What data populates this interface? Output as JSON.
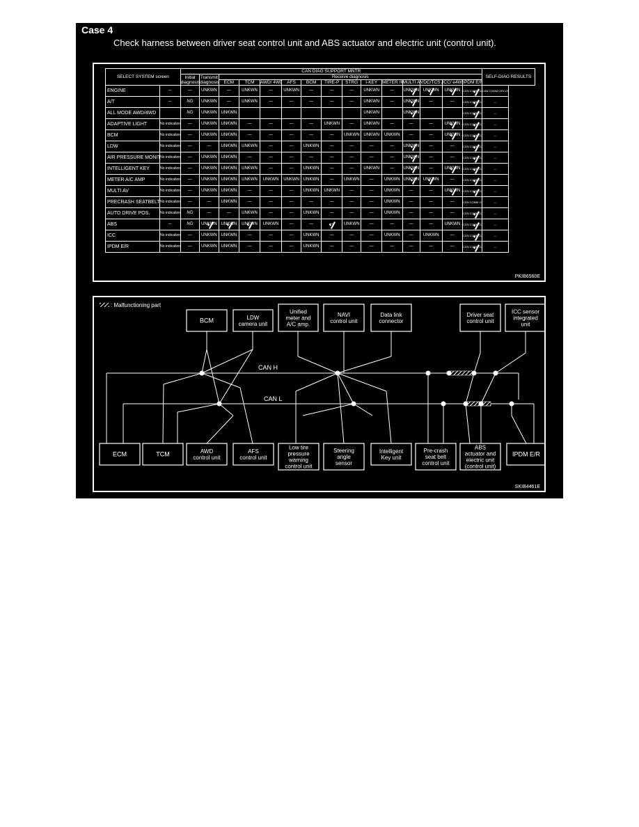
{
  "case_title": "Case 4",
  "description": "Check harness between driver seat control unit and ABS actuator and electric unit (control unit).",
  "table": {
    "code": "PKIB6560E",
    "header": {
      "select_system": "SELECT SYSTEM screen",
      "can_diag": "CAN DIAG SUPPORT MNTR",
      "receive_diag": "Receive diagnosis",
      "self_diag": "SELF-DIAG RESULTS",
      "initial_diag": [
        "Initial",
        "diagnosis"
      ],
      "transmit_diag": [
        "Transmit",
        "diagnosis"
      ],
      "receive_cols": [
        "ECM",
        "TCM",
        "AWD/ 4WD",
        "AFS",
        "BCM",
        "TIRE-P",
        "STRG",
        "I-KEY",
        "METER /M&A",
        "MULTI AV",
        "VDC/TCS /ABS",
        "ICC/ e4WD",
        "IPDM E/R"
      ]
    },
    "rows": [
      {
        "name": "ENGINE",
        "init": "—",
        "trans": "—",
        "cells": [
          "UNKWN",
          "—",
          "UNKWN",
          "—",
          "UNKWN",
          "—",
          "—",
          "—",
          "UNKWN",
          "—",
          "UNKWN",
          "UNKWN",
          "UNKWN"
        ],
        "checks": [
          10,
          11,
          12
        ],
        "res1": "CAN COMM CIRCUIT [U1000]",
        "res2": "CAN COMM CIRCUIT [U1001]",
        "res1chk": true
      },
      {
        "name": "A/T",
        "init": "—",
        "trans": "NG",
        "cells": [
          "UNKWN",
          "—",
          "UNKWN",
          "—",
          "—",
          "—",
          "—",
          "—",
          "UNKWN",
          "—",
          "UNKWN",
          "—",
          "—"
        ],
        "checks": [
          10
        ],
        "res1": "CAN COMM CIRCUIT [U1000]",
        "res2": "—",
        "res1chk": true
      },
      {
        "name": "ALL MODE AWD/4WD",
        "init": "",
        "trans": "NG",
        "cells": [
          "UNKWN",
          "UNKWN",
          "",
          "",
          "",
          "",
          "",
          "",
          "UNKWN",
          "",
          "UNKWN",
          "",
          ""
        ],
        "checks": [
          10
        ],
        "res1": "CAN COMM CIRCUIT [U1000]",
        "res2": "—",
        "res1chk": true
      },
      {
        "name": "ADAPTIVE LIGHT",
        "init": "No indication",
        "trans": "—",
        "cells": [
          "UNKWN",
          "UNKWN",
          "—",
          "—",
          "—",
          "—",
          "UNKWN",
          "—",
          "UNKWN",
          "—",
          "—",
          "—",
          "UNKWN"
        ],
        "checks": [
          12
        ],
        "res1": "CAN COMM CIRCUIT [U1000]",
        "res2": "—",
        "res1chk": true
      },
      {
        "name": "BCM",
        "init": "No indication",
        "trans": "—",
        "cells": [
          "UNKWN",
          "UNKWN",
          "—",
          "—",
          "—",
          "—",
          "—",
          "UNKWN",
          "UNKWN",
          "UNKWN",
          "—",
          "—",
          "UNKWN"
        ],
        "checks": [
          12
        ],
        "res1": "CAN COMM CIRCUIT [U1000]",
        "res2": "—",
        "res1chk": true
      },
      {
        "name": "LDW",
        "init": "No indication",
        "trans": "—",
        "cells": [
          "—",
          "UNKWN",
          "UNKWN",
          "—",
          "—",
          "UNKWN",
          "—",
          "—",
          "—",
          "—",
          "UNKWN",
          "—",
          "—"
        ],
        "checks": [
          10
        ],
        "res1": "CAN COMM CIRCUIT [U1000]",
        "res2": "—",
        "res1chk": true
      },
      {
        "name": "AIR PRESSURE MONITOR",
        "init": "No indication",
        "trans": "—",
        "cells": [
          "UNKWN",
          "UNKWN",
          "—",
          "—",
          "—",
          "—",
          "—",
          "—",
          "—",
          "—",
          "UNKWN",
          "—",
          "—"
        ],
        "checks": [
          10
        ],
        "res1": "CAN COMM CIRCUIT [U1000]",
        "res2": "—",
        "res1chk": true
      },
      {
        "name": "INTELLIGENT KEY",
        "init": "No indication",
        "trans": "—",
        "cells": [
          "UNKWN",
          "UNKWN",
          "UNKWN",
          "—",
          "—",
          "UNKWN",
          "—",
          "—",
          "UNKWN",
          "—",
          "UNKWN",
          "—",
          "UNKWN"
        ],
        "checks": [
          10,
          12
        ],
        "res1": "CAN COMM CIRCUIT [U1000]",
        "res2": "—",
        "res1chk": true
      },
      {
        "name": "METER A/C AMP",
        "init": "No indication",
        "trans": "—",
        "cells": [
          "UNKWN",
          "UNKWN",
          "UNKWN",
          "UNKWN",
          "UNKWN",
          "UNKWN",
          "—",
          "UNKWN",
          "—",
          "UNKWN",
          "UNKWN",
          "UNKWN",
          "—"
        ],
        "checks": [
          10,
          11
        ],
        "res1": "CAN COMM CIRCUIT [U1000]",
        "res2": "—",
        "res1chk": true
      },
      {
        "name": "MULTI AV",
        "init": "No indication",
        "trans": "—",
        "cells": [
          "UNKWN",
          "UNKWN",
          "—",
          "—",
          "—",
          "UNKWN",
          "UNKWN",
          "—",
          "—",
          "UNKWN",
          "—",
          "—",
          "UNKWN"
        ],
        "checks": [
          12
        ],
        "res1": "CAN COMM CIRCUIT [U1000]",
        "res2": "—",
        "res1chk": true
      },
      {
        "name": "PRECRASH SEATBELT",
        "init": "No indication",
        "trans": "—",
        "cells": [
          "—",
          "UNKWN",
          "—",
          "—",
          "—",
          "—",
          "—",
          "—",
          "—",
          "UNKWN",
          "—",
          "—",
          "—"
        ],
        "checks": [],
        "res1": "CAN COMM CIRCUIT [U1000]",
        "res2": "—",
        "res1chk": false
      },
      {
        "name": "AUTO DRIVE POS.",
        "init": "No indication",
        "trans": "NG",
        "cells": [
          "—",
          "—",
          "UNKWN",
          "—",
          "—",
          "UNKWN",
          "—",
          "—",
          "—",
          "UNKWN",
          "—",
          "—",
          "—"
        ],
        "checks": [],
        "res1": "CAN COMM CIRCUIT [U1000]",
        "res2": "—",
        "res1chk": true
      },
      {
        "name": "ABS",
        "init": "—",
        "trans": "NG",
        "cells": [
          "UNKWN",
          "UNKWN",
          "UNKWN",
          "UNKWN",
          "—",
          "—",
          "—",
          "UNKWN",
          "—",
          "—",
          "—",
          "—",
          "UNKWN"
        ],
        "checks": [
          0,
          1,
          2,
          6
        ],
        "res1": "CAN COMM CIRCUIT [U1000]",
        "res2": "—",
        "res1chk": true
      },
      {
        "name": "ICC",
        "init": "No indication",
        "trans": "—",
        "cells": [
          "UNKWN",
          "UNKWN",
          "—",
          "—",
          "—",
          "UNKWN",
          "—",
          "—",
          "—",
          "UNKWN",
          "—",
          "UNKWN",
          "—"
        ],
        "checks": [],
        "res1": "CAN COMM CIRCUIT [U1000]",
        "res2": "—",
        "res1chk": true,
        "initchk": true
      },
      {
        "name": "IPDM E/R",
        "init": "No indication",
        "trans": "—",
        "cells": [
          "UNKWN",
          "UNKWN",
          "—",
          "—",
          "—",
          "UNKWN",
          "—",
          "—",
          "—",
          "—",
          "—",
          "—",
          "—"
        ],
        "checks": [],
        "res1": "CAN COMM CIRCUIT [U1000]",
        "res2": "—",
        "res1chk": true,
        "initchk": true
      }
    ]
  },
  "diagram": {
    "code": "SKIB4461E",
    "legend": ": Malfunctioning part",
    "can_h": "CAN H",
    "can_l": "CAN L",
    "top_units": [
      [
        "BCM"
      ],
      [
        "LDW",
        "camera unit"
      ],
      [
        "Unified",
        "meter and",
        "A/C amp."
      ],
      [
        "NAVI",
        "control unit"
      ],
      [
        "Data link",
        "connector"
      ],
      [
        "Driver seat",
        "control unit"
      ],
      [
        "ICC sensor",
        "integrated",
        "unit"
      ]
    ],
    "bottom_units": [
      [
        "ECM"
      ],
      [
        "TCM"
      ],
      [
        "AWD",
        "control unit"
      ],
      [
        "AFS",
        "control unit"
      ],
      [
        "Low tire",
        "pressure",
        "warning",
        "control unit"
      ],
      [
        "Steering",
        "angle",
        "sensor"
      ],
      [
        "Intelligent",
        "Key unit"
      ],
      [
        "Pre-crash",
        "seat belt",
        "control unit"
      ],
      [
        "ABS",
        "actuator and",
        "electric unit",
        "(control unit)"
      ],
      [
        "IPDM E/R"
      ]
    ]
  }
}
